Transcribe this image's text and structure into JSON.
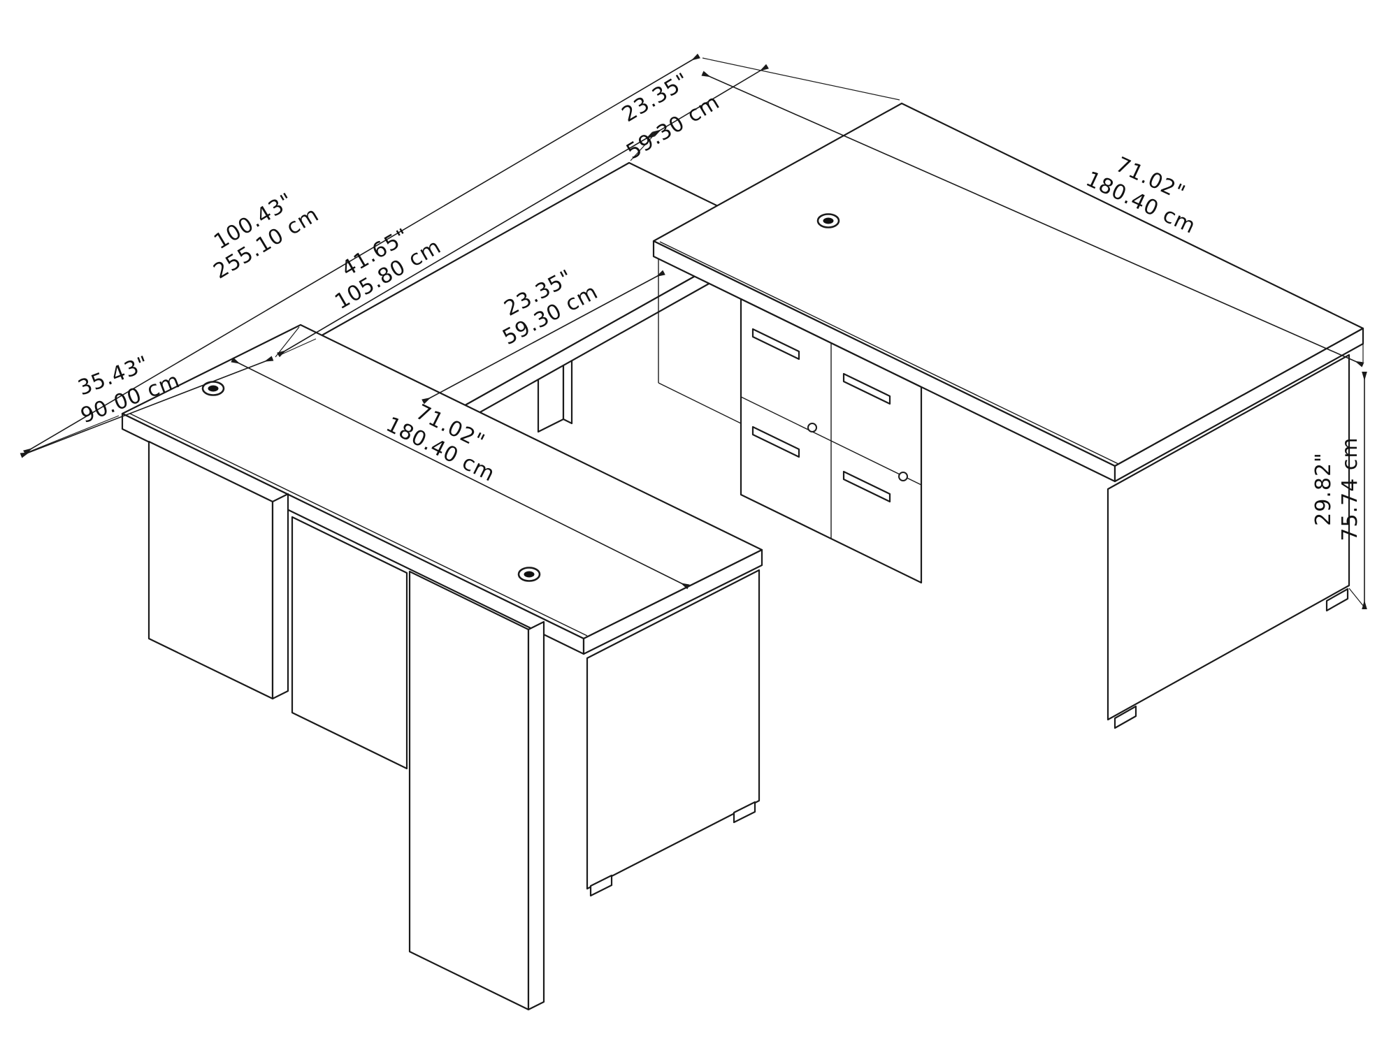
{
  "colors": {
    "line": "#1a1a1a",
    "background": "#ffffff"
  },
  "dimensions": {
    "overall_depth": {
      "inches": "100.43\"",
      "cm": "255.10 cm"
    },
    "bridge_section_depth_top": {
      "inches": "23.35\"",
      "cm": "59.30 cm"
    },
    "bridge_length": {
      "inches": "41.65\"",
      "cm": "105.80 cm"
    },
    "back_desk_length": {
      "inches": "71.02\"",
      "cm": "180.40 cm"
    },
    "bridge_depth_center": {
      "inches": "23.35\"",
      "cm": "59.30 cm"
    },
    "front_desk_depth": {
      "inches": "35.43\"",
      "cm": "90.00 cm"
    },
    "front_desk_length": {
      "inches": "71.02\"",
      "cm": "180.40 cm"
    },
    "desk_height": {
      "inches": "29.82\"",
      "cm": "75.74 cm"
    }
  }
}
